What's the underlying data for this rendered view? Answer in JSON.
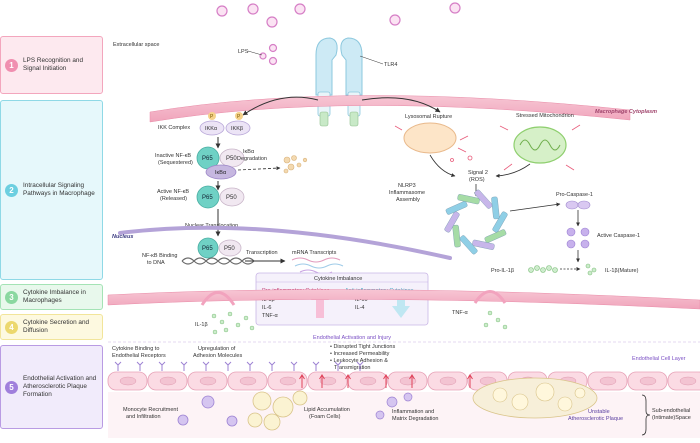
{
  "colors": {
    "stage1": "#f3a6bd",
    "stage2": "#8fd9e6",
    "stage3": "#a4e3b5",
    "stage4": "#f2e59a",
    "stage5": "#b99be3",
    "membrane": "#f4b4c6",
    "tlr4": "#a7dcef",
    "p65": "#6fd1c5",
    "p50": "#eee2ee",
    "pink": "#e7a7d8"
  },
  "stages": [
    {
      "num": "1",
      "label": "LPS Recognition and Signal Initiation"
    },
    {
      "num": "2",
      "label": "Intracellular Signaling Pathways in Macrophage"
    },
    {
      "num": "3",
      "label": "Cytokine Imbalance in Macrophages"
    },
    {
      "num": "4",
      "label": "Cytokine Secretion and Diffusion"
    },
    {
      "num": "5",
      "label": "Endothelial Activation and Atherosclerotic Plaque Formation"
    }
  ],
  "labels": {
    "extracellular": "Extracellular space",
    "lps": "LPS",
    "tlr4": "TLR4",
    "ikk_complex": "IKK Complex",
    "ikka": "IKKα",
    "ikkb": "IKKβ",
    "p": "P",
    "inactive_nfkb": "Inactive NF-κB",
    "sequestered": "(Sequestered)",
    "p65": "P65",
    "p50": "P50",
    "ikba": "IκBα",
    "ikba_degradation_1": "IκBα",
    "ikba_degradation_2": "Degradation",
    "active_nfkb": "Active NF-κB",
    "released": "(Released)",
    "nuclear_translocation": "Nuclear Translocation",
    "nucleus": "Nucleus",
    "nfkb_binding_1": "NF-κB Binding",
    "nfkb_binding_2": "to DNA",
    "transcription": "Transcription",
    "mrna": "mRNA Transcripts",
    "lysosomal_rupture": "Lysosomal Rupture",
    "stressed_mito": "Stressed Mitochondrion",
    "macrophage_cytoplasm": "Macrophage Cytoplasm",
    "signal2_1": "Signal 2",
    "signal2_2": "(ROS)",
    "nlrp3_1": "NLRP3",
    "nlrp3_2": "Inflammasome",
    "nlrp3_3": "Assembly",
    "pro_caspase": "Pro-Caspase-1",
    "active_caspase": "Active Caspase-1",
    "pro_il1b": "Pro-IL-1β",
    "il1b_mature": "IL-1β(Mature)",
    "cytokine_imbalance": "Cytokine Imbalance",
    "pro_inflam": "Pro-inflammatory Cytokines",
    "il1b": "IL-1β",
    "il6": "IL-6",
    "tnfa": "TNF-α",
    "anti_inflam": "Anti-inflammatory Cytokines",
    "il10": "IL-10",
    "il4": "IL-4",
    "il1b_secreted": "IL-1β",
    "tnfa_secreted": "TNF-α",
    "endo_activation": "Endothelial Activation and Injury",
    "bullet1": "• Disrupted Tight Junctions",
    "bullet2": "• Increased Permeability",
    "bullet3": "• Leukocyte Adhesion &",
    "bullet3b": "Transmigration",
    "cytokine_binding_1": "Cytokine Binding to",
    "cytokine_binding_2": "Endothelial Receptors",
    "upregulation_1": "Upregulation of",
    "upregulation_2": "Adhesion Molecules",
    "endothelial_layer": "Endothelial Cell Layer",
    "monocyte_1": "Monocyte Recruitment",
    "monocyte_2": "and Infiltration",
    "lipid_1": "Lipid Accumulation",
    "lipid_2": "(Foam Cells)",
    "inflam_matrix_1": "Inflammation and",
    "inflam_matrix_2": "Matrix Degradation",
    "unstable_1": "Unstable",
    "unstable_2": "Atherosclerotic Plaque",
    "subendo_1": "Sub-endothelial",
    "subendo_2": "(Intimate)Space"
  }
}
